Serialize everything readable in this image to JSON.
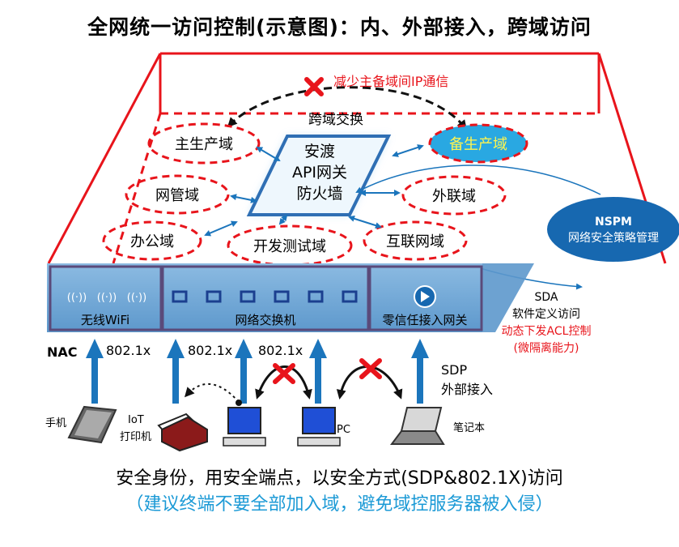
{
  "title": "全网统一访问控制(示意图)：内、外部接入，跨域访问",
  "top_note": "减少主备域间IP通信",
  "cross_domain": "跨域交换",
  "gateway": {
    "line1": "安渡",
    "line2": "API网关",
    "line3": "防火墙"
  },
  "domains": {
    "primary": "主生产域",
    "backup": "备生产域",
    "netmgmt": "网管域",
    "external": "外联域",
    "office": "办公域",
    "devtest": "开发测试域",
    "internet": "互联网域"
  },
  "nspm": {
    "line1": "NSPM",
    "line2": "网络安全策略管理"
  },
  "wifi_label": "无线WiFi",
  "switch_label": "网络交换机",
  "ztna_label": "零信任接入网关",
  "sda": {
    "line1": "SDA",
    "line2": "软件定义访问",
    "line3": "动态下发ACL控制",
    "line4": "(微隔离能力)"
  },
  "nac": "NAC",
  "dot1x": [
    "802.1x",
    "802.1x",
    "802.1x"
  ],
  "sdp": {
    "line1": "SDP",
    "line2": "外部接入"
  },
  "devices": {
    "phone": "手机",
    "iot1": "IoT",
    "iot2": "打印机",
    "pc": "PC",
    "laptop": "笔记本"
  },
  "bottom_line1": "安全身份，用安全端点，以安全方式(SDP&802.1X)访问",
  "bottom_line2": "（建议终端不要全部加入域，避免域控服务器被入侵）",
  "colors": {
    "red": "#e8141b",
    "blue": "#1b75bc",
    "panel": "#6aa6d6",
    "panelDark": "#4a86bd",
    "gateway": "#2f6fb4",
    "nspm": "#1768b0",
    "cyan": "#1c9ad6"
  }
}
